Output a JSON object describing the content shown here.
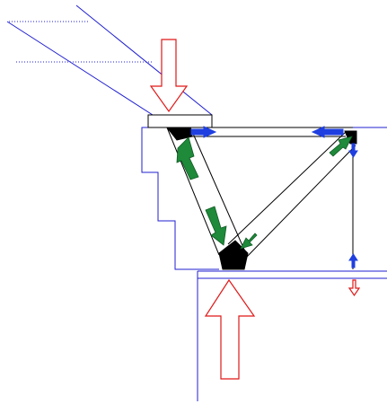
{
  "colors": {
    "structure": "#1f1fd1",
    "member": "#000000",
    "node_fill": "#000000",
    "external_load": "#e01818",
    "internal_force": "#1e8a3a",
    "node_force": "#1f3fe0",
    "background": "#ffffff"
  },
  "icons": {
    "external_load_arrow": "hollow-arrow",
    "internal_force_arrow": "solid-arrow",
    "node_force_arrow": "solid-arrow"
  }
}
